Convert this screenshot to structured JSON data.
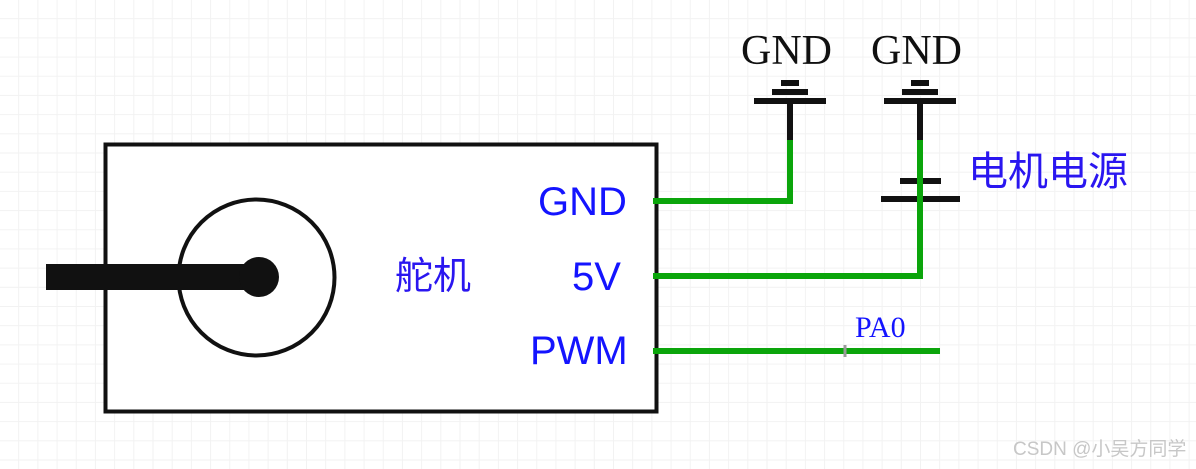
{
  "diagram": {
    "title_text": "",
    "colors": {
      "wire": "#0ba50b",
      "outline": "#111111",
      "pin_label": "#1414ff",
      "net_label": "#1414ff",
      "cn_label": "#2a16f0",
      "gnd_label": "#101010",
      "background": "#ffffff",
      "grid": "#f2f2f2",
      "watermark": "#c7c7c7"
    },
    "component": {
      "name": "舵机",
      "pins": [
        {
          "name": "GND",
          "label": "GND"
        },
        {
          "name": "5V",
          "label": "5V"
        },
        {
          "name": "PWM",
          "label": "PWM"
        }
      ]
    },
    "ground_symbols": [
      {
        "name": "ground-1",
        "label": "GND"
      },
      {
        "name": "ground-2",
        "label": "GND"
      }
    ],
    "power_source": {
      "label": "电机电源"
    },
    "nets": [
      {
        "name": "PA0",
        "label": "PA0"
      }
    ],
    "watermark": "CSDN @小吴方同学"
  }
}
